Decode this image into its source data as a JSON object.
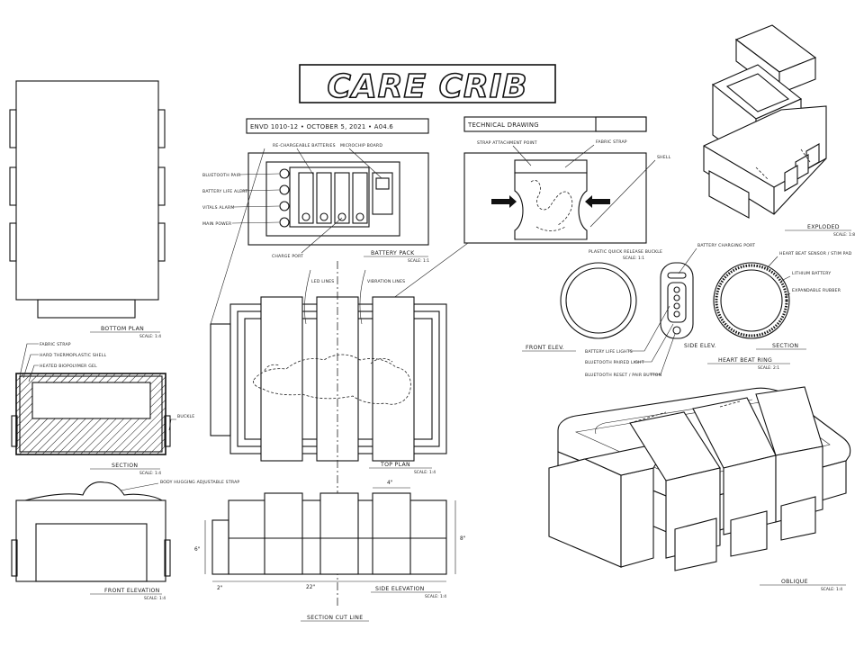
{
  "title": "CARE CRIB",
  "header": {
    "course_line": "ENVD 1010-12  •  OCTOBER 5, 2021  •  A04.6",
    "technical_drawing": "TECHNICAL DRAWING"
  },
  "views": {
    "bottom_plan": {
      "caption": "BOTTOM PLAN",
      "scale": "SCALE: 1:4"
    },
    "section": {
      "caption": "SECTION",
      "scale": "SCALE: 1:4",
      "labels": {
        "fabric_strap": "FABRIC STRAP",
        "hard_shell": "HARD THERMOPLASTIC SHELL",
        "gel": "HEATED BIOPOLYMER GEL",
        "buckle": "BUCKLE"
      }
    },
    "front_elevation": {
      "caption": "FRONT ELEVATION",
      "scale": "SCALE: 1:4",
      "strap_label": "BODY HUGGING ADJUSTABLE STRAP"
    },
    "battery_pack": {
      "caption": "BATTERY PACK",
      "scale": "SCALE: 1:1",
      "labels": {
        "rechargeable": "RE-CHARGEABLE BATTERIES",
        "microchip": "MICROCHIP BOARD",
        "bluetooth": "BLUETOOTH PAIR",
        "battery_alert": "BATTERY LIFE ALERT",
        "vitals": "VITALS ALARM",
        "main_power": "MAIN POWER",
        "charge_port": "CHARGE PORT"
      }
    },
    "strap_detail": {
      "strap_attachment": "STRAP ATTACHMENT POINT",
      "fabric_strap": "FABRIC STRAP",
      "shell": "SHELL"
    },
    "top_plan": {
      "caption": "TOP PLAN",
      "scale": "SCALE: 1:4",
      "led_lines": "LED LINES",
      "vibration_lines": "VIBRATION LINES"
    },
    "side_elevation": {
      "caption": "SIDE ELEVATION",
      "scale": "SCALE: 1:4",
      "dims": {
        "strap_w": "4\"",
        "height": "6\"",
        "edge_h": "8\"",
        "offset": "2\"",
        "length": "22\""
      }
    },
    "section_cut": {
      "caption": "SECTION CUT LINE"
    },
    "heart_beat_ring": {
      "caption": "HEART BEAT RING",
      "scale": "SCALE: 2:1",
      "front_elev": "FRONT ELEV.",
      "side_elev": "SIDE ELEV.",
      "section": "SECTION",
      "labels": {
        "plastic_quick": "PLASTIC QUICK RELEASE BUCKLE",
        "plastic_scale": "SCALE: 1:1",
        "charging_port": "BATTERY CHARGING PORT",
        "sensor": "HEART BEAT SENSOR / STIM PAD",
        "lithium": "LITHIUM BATTERY",
        "rubber": "EXPANDABLE RUBBER",
        "battery_lights": "BATTERY LIFE LIGHTS",
        "paired_light": "BLUETOOTH PAIRED LIGHT",
        "reset_button": "BLUETOOTH RESET / PAIR BUTTON"
      }
    },
    "exploded": {
      "caption": "EXPLODED",
      "scale": "SCALE: 1:8"
    },
    "oblique": {
      "caption": "OBLIQUE",
      "scale": "SCALE: 1:4"
    }
  }
}
